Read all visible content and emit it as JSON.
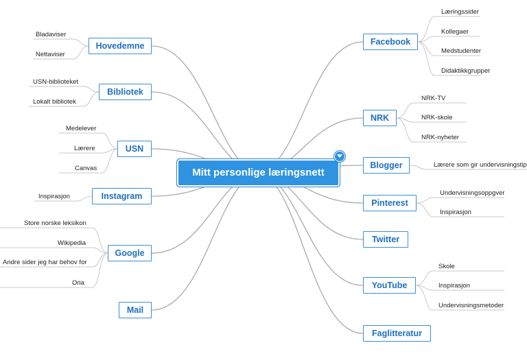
{
  "root": {
    "label": "Mitt personlige læringsnett"
  },
  "branches": {
    "hovedemne": {
      "label": "Hovedemne",
      "children": [
        "Bladaviser",
        "Nettaviser"
      ]
    },
    "bibliotek": {
      "label": "Bibliotek",
      "children": [
        "USN-biblioteket",
        "Lokalt bibliotek"
      ]
    },
    "usn": {
      "label": "USN",
      "children": [
        "Medelever",
        "Lærere",
        "Canvas"
      ]
    },
    "instagram": {
      "label": "Instagram",
      "children": [
        "Inspirasjon"
      ]
    },
    "google": {
      "label": "Google",
      "children": [
        "Store norske leksikon",
        "Wikipedia",
        "Andre sider jeg har behov for",
        "Oria"
      ]
    },
    "mail": {
      "label": "Mail",
      "children": []
    },
    "facebook": {
      "label": "Facebook",
      "children": [
        "Læringssider",
        "Kollegaer",
        "Medstudenter",
        "Didaktikkgrupper"
      ]
    },
    "nrk": {
      "label": "NRK",
      "children": [
        "NRK-TV",
        "NRK-skole",
        "NRK-nyheter"
      ]
    },
    "blogger": {
      "label": "Blogger",
      "children": [
        "Lærere som gir undervisningstips"
      ]
    },
    "pinterest": {
      "label": "Pinterest",
      "children": [
        "Undervisningsoppgver",
        "Inspirasjon"
      ]
    },
    "twitter": {
      "label": "Twitter",
      "children": []
    },
    "youtube": {
      "label": "YouTube",
      "children": [
        "Skole",
        "Inspirasjon",
        "Undervisningsmetoder"
      ]
    },
    "faglitteratur": {
      "label": "Faglitteratur",
      "children": []
    }
  },
  "colors": {
    "node_border": "#3a8fd6",
    "node_text": "#1f6fc2",
    "root_fill": "#2f93e2",
    "connector": "#a9a9a9",
    "leaf_line": "#c8c8c8"
  }
}
